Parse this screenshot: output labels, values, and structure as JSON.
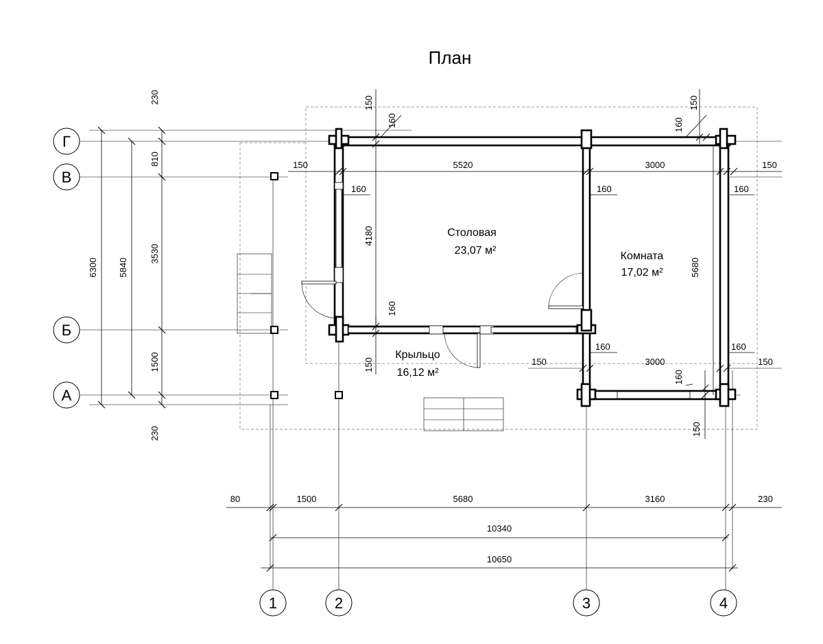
{
  "title": "План",
  "rooms": [
    {
      "name": "Столовая",
      "area": "23,07 м²"
    },
    {
      "name": "Комната",
      "area": "17,02 м²"
    },
    {
      "name": "Крыльцо",
      "area": "16,12 м²"
    }
  ],
  "axes_rows": [
    "Г",
    "В",
    "Б",
    "А"
  ],
  "axes_cols": [
    "1",
    "2",
    "3",
    "4"
  ],
  "dims": {
    "left_230_top": "230",
    "left_810": "810",
    "left_3530": "3530",
    "left_1500": "1500",
    "left_230_bottom": "230",
    "left_5840": "5840",
    "left_6300": "6300",
    "top_150_a": "150",
    "top_160_a": "160",
    "top_160_b": "160",
    "top_150_b": "150",
    "row_150_left": "150",
    "row_5520": "5520",
    "row_3000_top": "3000",
    "row_150_right": "150",
    "wall_160_left": "160",
    "wall_160_mid": "160",
    "wall_160_right": "160",
    "inner_4180": "4180",
    "inner_5680": "5680",
    "mid_160_wall": "160",
    "mid_160_c": "160",
    "mid_160_d": "160",
    "mid_150_porch": "150",
    "mid_150_c": "150",
    "mid_3000": "3000",
    "mid_150_right": "150",
    "bot_160": "160",
    "bot_150": "150",
    "b_80": "80",
    "b_1500": "1500",
    "b_5680": "5680",
    "b_3160": "3160",
    "b_230": "230",
    "b_10340": "10340",
    "b_10650": "10650"
  }
}
